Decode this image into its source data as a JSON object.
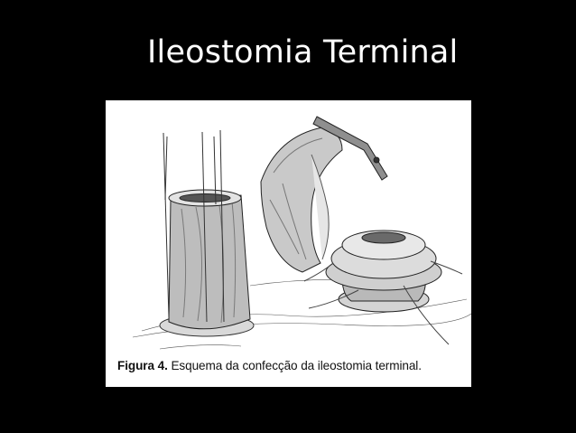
{
  "slide": {
    "title": "Ileostomia Terminal"
  },
  "figure": {
    "caption_label": "Figura 4.",
    "caption_text": " Esquema da confecção da ileostomia terminal."
  },
  "colors": {
    "background": "#000000",
    "title": "#ffffff",
    "figure_background": "#ffffff"
  }
}
